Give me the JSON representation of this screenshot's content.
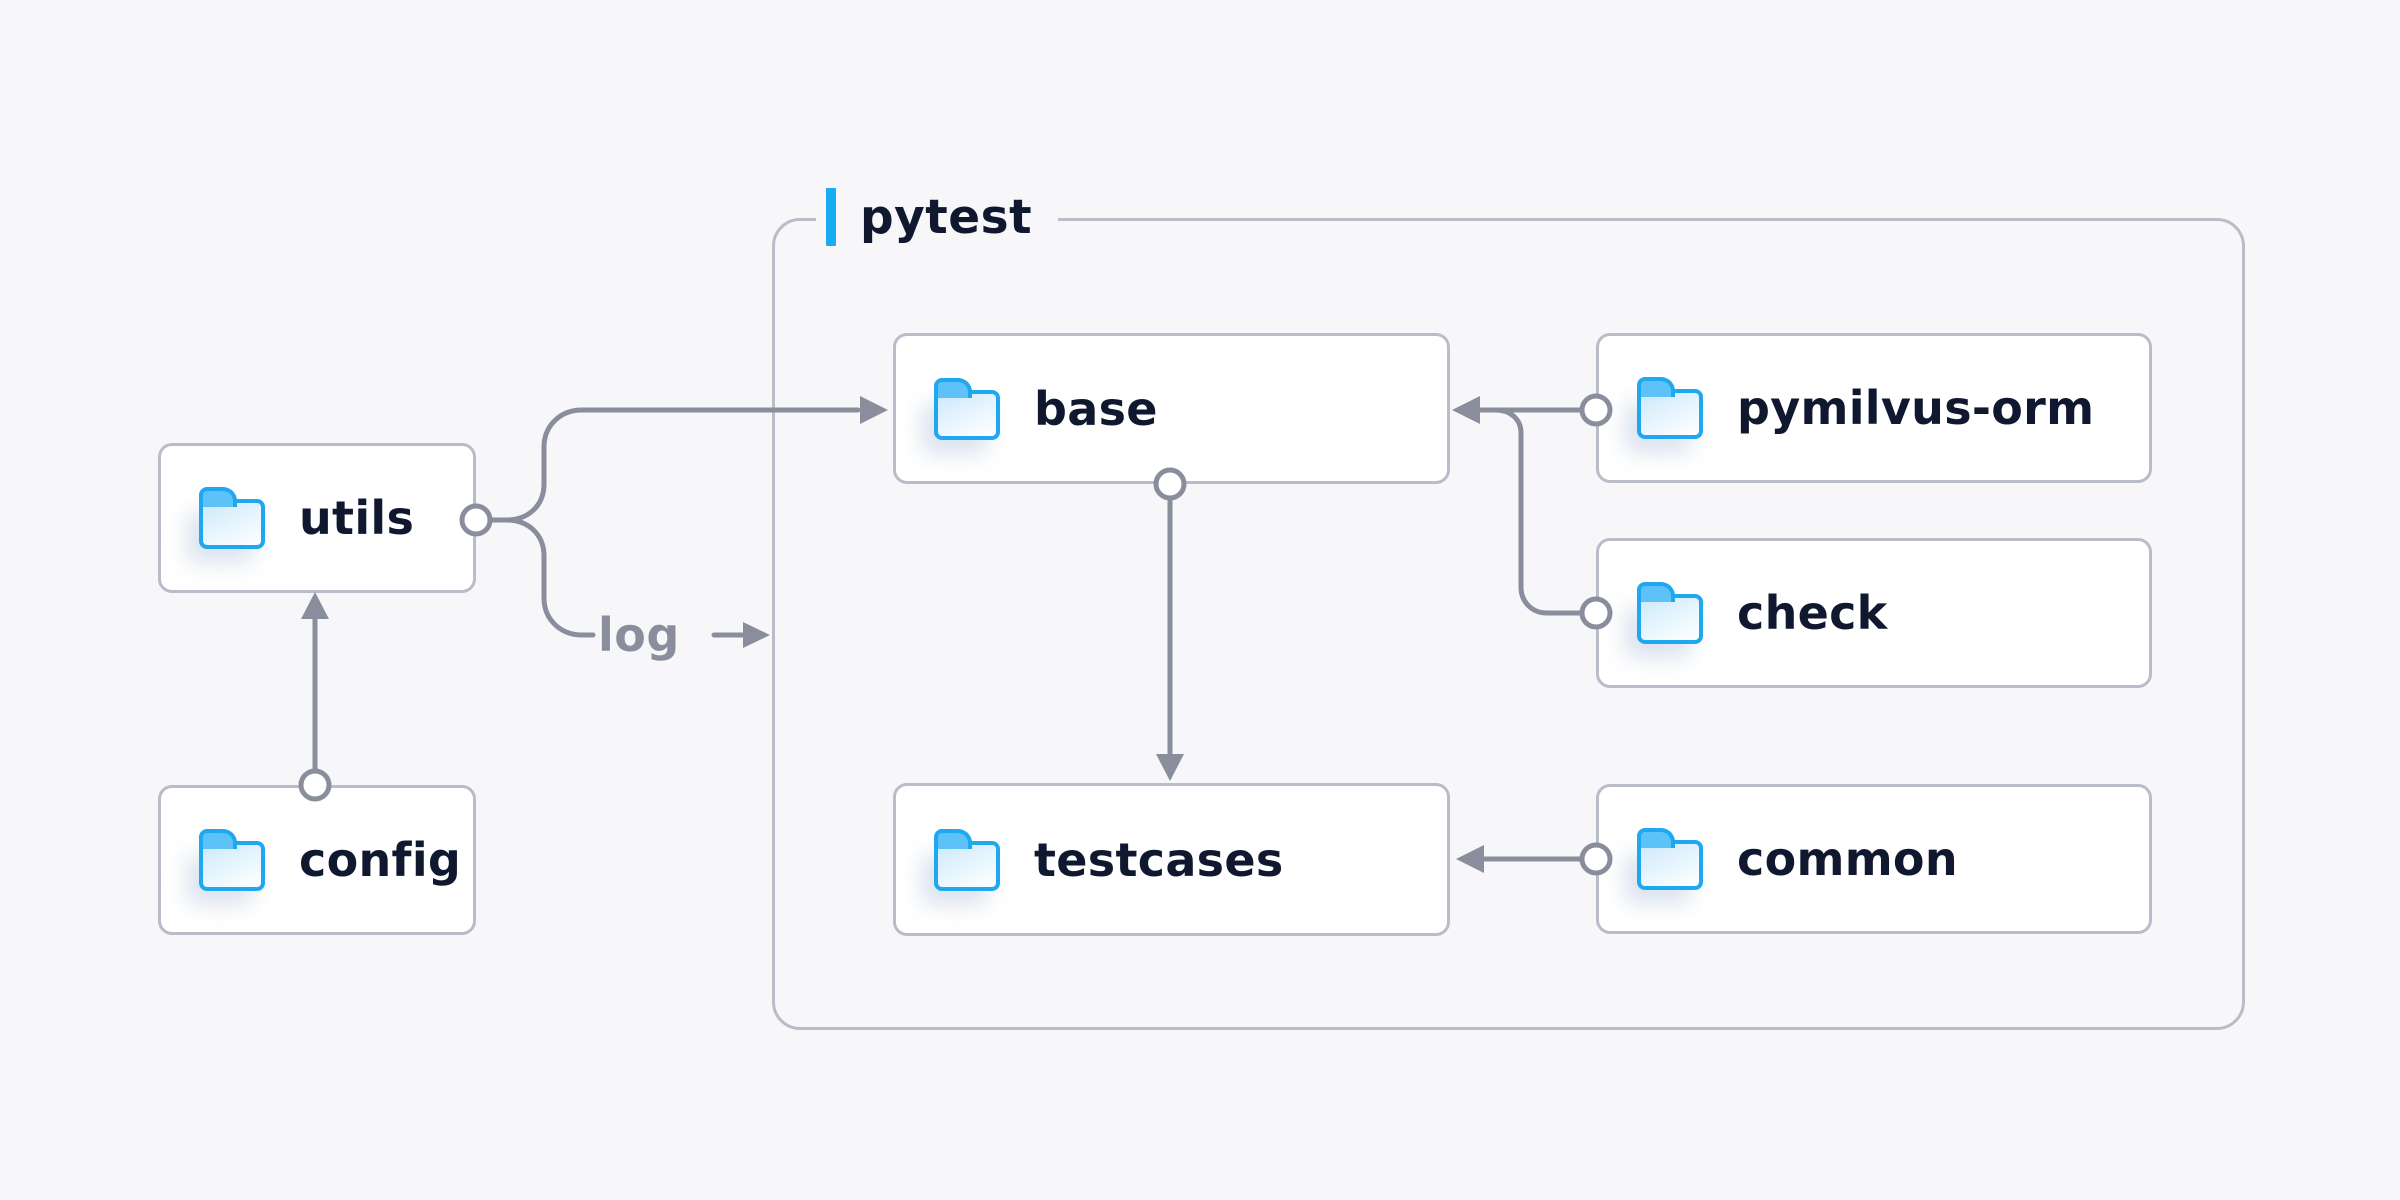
{
  "page": {
    "background": "#f7f7f9",
    "type": "folder-dependency-diagram"
  },
  "colors": {
    "accent_blue": "#17acf3",
    "folder_blue": "#1fa8ef",
    "folder_tab_blue": "#5cc2f7",
    "text_navy": "#101830",
    "connector_gray": "#8a8e9c",
    "border_gray": "#b9bcc9",
    "node_background": "#ffffff"
  },
  "group": {
    "label": "pytest"
  },
  "nodes": {
    "utils": {
      "label": "utils",
      "icon": "folder-icon"
    },
    "config": {
      "label": "config",
      "icon": "folder-icon"
    },
    "base": {
      "label": "base",
      "icon": "folder-icon"
    },
    "testcases": {
      "label": "testcases",
      "icon": "folder-icon"
    },
    "pymilvus": {
      "label": "pymilvus-orm",
      "icon": "folder-icon"
    },
    "check": {
      "label": "check",
      "icon": "folder-icon"
    },
    "common": {
      "label": "common",
      "icon": "folder-icon"
    }
  },
  "edge_labels": {
    "log": "log"
  },
  "edges": [
    {
      "from": "config",
      "to": "utils",
      "label": ""
    },
    {
      "from": "utils",
      "to": "base",
      "label": ""
    },
    {
      "from": "utils",
      "to": "log",
      "label": "log"
    },
    {
      "from": "base",
      "to": "testcases",
      "label": ""
    },
    {
      "from": "pymilvus-orm",
      "to": "base",
      "label": ""
    },
    {
      "from": "check",
      "to": "base",
      "label": ""
    },
    {
      "from": "common",
      "to": "testcases",
      "label": ""
    }
  ]
}
